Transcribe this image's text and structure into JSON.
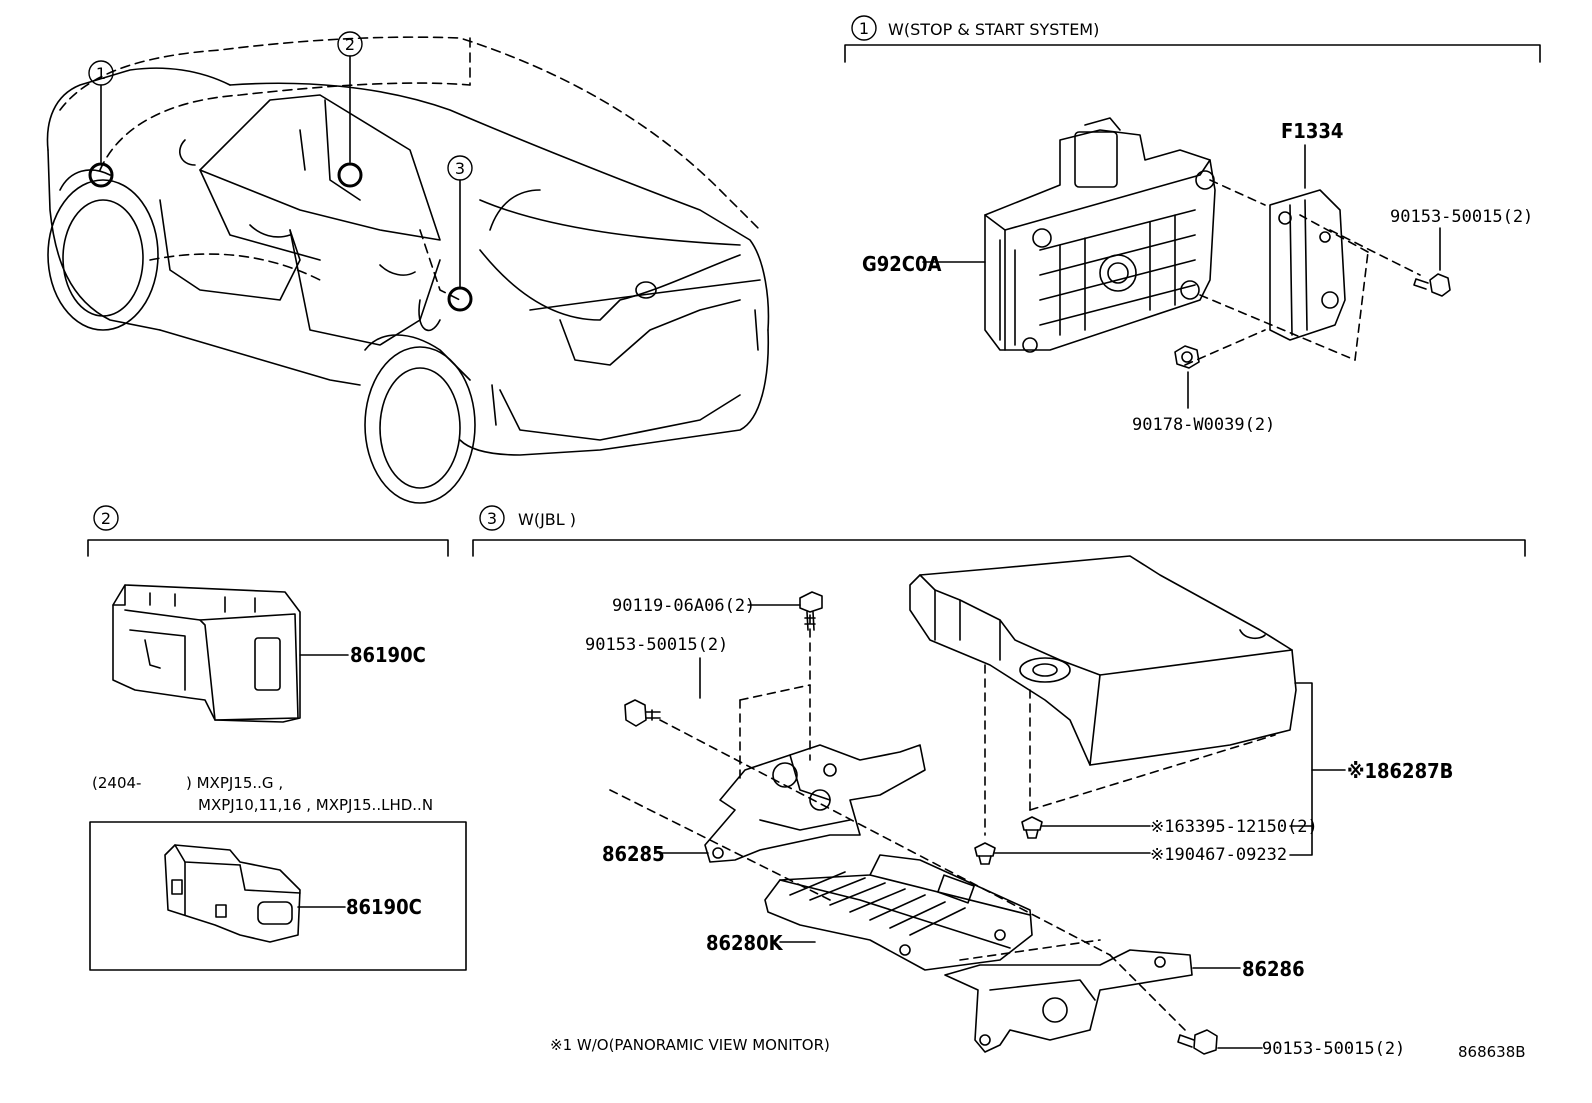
{
  "diagram_id": "868638B",
  "section1": {
    "num": "1",
    "title": "W(STOP & START SYSTEM)"
  },
  "section2": {
    "num": "2"
  },
  "section3": {
    "num": "3",
    "title": "W(JBL )"
  },
  "car_callouts": [
    "1",
    "2",
    "3"
  ],
  "parts": {
    "f1334": "F1334",
    "g92c0a": "G92C0A",
    "bolt_1": "90153-50015(2)",
    "nut_1": "90178-W0039(2)",
    "switch_a": "86190C",
    "switch_b": "86190C",
    "bolt_3a": "90119-06A06(2)",
    "bolt_3b": "90153-50015(2)",
    "cover": "※186287B",
    "clip_a": "※163395-12150(2)",
    "clip_b": "※190467-09232",
    "bracket_a": "86285",
    "amp": "86280K",
    "bracket_b": "86286",
    "bolt_3c": "90153-50015(2)"
  },
  "applicability": {
    "line1_code": "(2404-",
    "line1_models": ") MXPJ15..G ,",
    "line2_models": "MXPJ10,11,16 , MXPJ15..LHD..N"
  },
  "footnote": "※1 W/O(PANORAMIC VIEW MONITOR)"
}
